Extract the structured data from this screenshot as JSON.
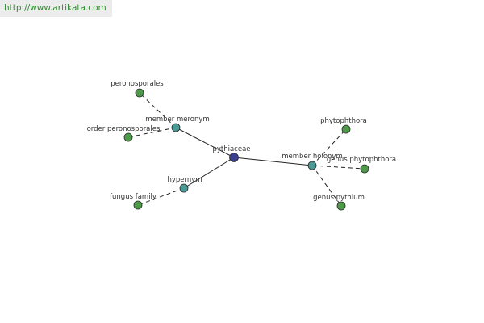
{
  "banner": {
    "url": "http://www.artikata.com"
  },
  "colors": {
    "center": "#3a3f8f",
    "relation": "#4a9a96",
    "leaf": "#4e9a4a"
  },
  "graph": {
    "nodes": [
      {
        "id": "pythiaceae",
        "label": "pythiaceae",
        "kind": "center"
      },
      {
        "id": "member-meronym",
        "label": "member meronym",
        "kind": "relation"
      },
      {
        "id": "hypernym",
        "label": "hypernym",
        "kind": "relation"
      },
      {
        "id": "member-holonym",
        "label": "member holonym",
        "kind": "relation"
      },
      {
        "id": "peronosporales",
        "label": "peronosporales",
        "kind": "leaf"
      },
      {
        "id": "order-peronosporales",
        "label": "order peronosporales",
        "kind": "leaf"
      },
      {
        "id": "fungus-family",
        "label": "fungus family",
        "kind": "leaf"
      },
      {
        "id": "phytophthora",
        "label": "phytophthora",
        "kind": "leaf"
      },
      {
        "id": "genus-phytophthora",
        "label": "genus phytophthora",
        "kind": "leaf"
      },
      {
        "id": "genus-pythium",
        "label": "genus pythium",
        "kind": "leaf"
      }
    ],
    "edges": [
      {
        "from": "pythiaceae",
        "to": "member-meronym",
        "style": "solid"
      },
      {
        "from": "pythiaceae",
        "to": "hypernym",
        "style": "solid"
      },
      {
        "from": "pythiaceae",
        "to": "member-holonym",
        "style": "solid"
      },
      {
        "from": "member-meronym",
        "to": "peronosporales",
        "style": "dashed"
      },
      {
        "from": "member-meronym",
        "to": "order-peronosporales",
        "style": "dashed"
      },
      {
        "from": "hypernym",
        "to": "fungus-family",
        "style": "dashed"
      },
      {
        "from": "member-holonym",
        "to": "phytophthora",
        "style": "dashed"
      },
      {
        "from": "member-holonym",
        "to": "genus-phytophthora",
        "style": "dashed"
      },
      {
        "from": "member-holonym",
        "to": "genus-pythium",
        "style": "dashed"
      }
    ]
  }
}
